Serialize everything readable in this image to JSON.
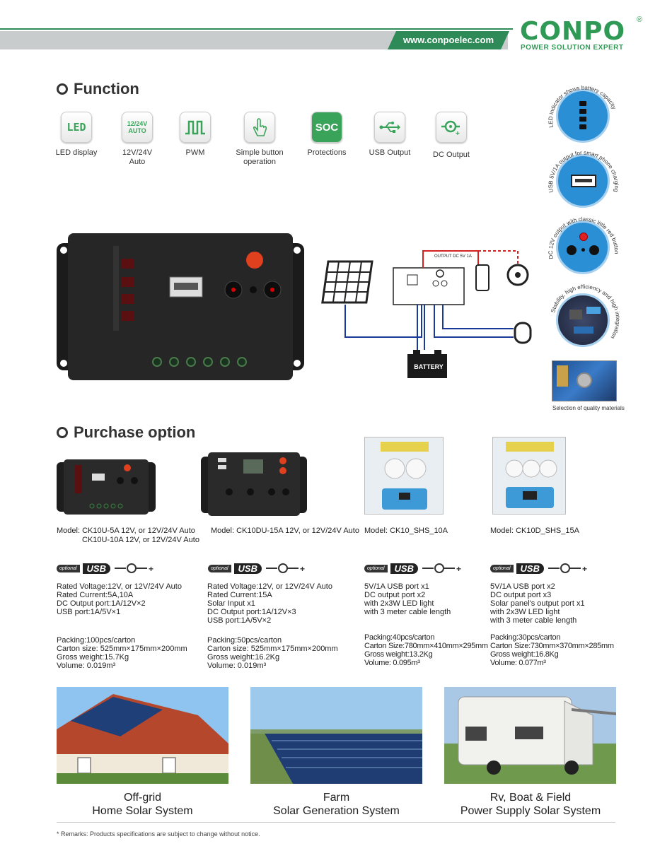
{
  "header": {
    "url": "www.conpoelec.com",
    "logo": "CONPO",
    "logo_reg": "®",
    "tagline": "POWER SOLUTION EXPERT"
  },
  "function": {
    "title": "Function",
    "items": [
      {
        "icon": "LED",
        "label": "LED display"
      },
      {
        "icon": "12/24V AUTO",
        "label": "12V/24V\nAuto"
      },
      {
        "icon": "pwm-icon",
        "label": "PWM"
      },
      {
        "icon": "button-icon",
        "label": "Simple button\noperation"
      },
      {
        "icon": "SOC",
        "label": "Protections"
      },
      {
        "icon": "usb-icon",
        "label": "USB Output"
      },
      {
        "icon": "dc-icon",
        "label": "DC Output"
      }
    ]
  },
  "features": [
    {
      "text": "LED indicator shows battery capacity"
    },
    {
      "text": "USB 5V/1A output for smart phone charging"
    },
    {
      "text": "DC 12V output with classic little red button"
    },
    {
      "text": "Stability, high efficiency and high integration"
    },
    {
      "text": "Selection of quality materials"
    }
  ],
  "diagram": {
    "output_label": "OUTPUT DC 5V 1A",
    "battery_label": "BATTERY"
  },
  "purchase": {
    "title": "Purchase option",
    "products": [
      {
        "model1": "Model: CK10U-5A    12V, or 12V/24V Auto",
        "model2": "CK10U-10A  12V, or 12V/24V Auto",
        "specs": [
          "Rated Voltage:12V, or 12V/24V Auto",
          "Rated Current:5A,10A",
          "DC Output port:1A/12V×2",
          "USB port:1A/5V×1"
        ],
        "packing": [
          "Packing:100pcs/carton",
          "Carton size: 525mm×175mm×200mm",
          "Gross weight:15.7Kg",
          "Volume: 0.019m³"
        ]
      },
      {
        "model1": "Model: CK10DU-15A  12V, or 12V/24V Auto",
        "model2": "",
        "specs": [
          "Rated Voltage:12V, or 12V/24V Auto",
          "Rated Current:15A",
          "Solar Input x1",
          "DC Output port:1A/12V×3",
          "USB port:1A/5V×2"
        ],
        "packing": [
          "Packing:50pcs/carton",
          "Carton size: 525mm×175mm×200mm",
          "Gross weight:16.2Kg",
          "Volume: 0.019m³"
        ]
      },
      {
        "model1": "Model: CK10_SHS_10A",
        "model2": "",
        "specs": [
          "5V/1A USB port x1",
          "DC output port x2",
          "with 2x3W LED light",
          "with 3 meter cable length"
        ],
        "packing": [
          "Packing:40pcs/carton",
          "Carton Size:780mm×410mm×295mm",
          "Gross weight:13.2Kg",
          "Volume: 0.095m³"
        ]
      },
      {
        "model1": "Model: CK10D_SHS_15A",
        "model2": "",
        "specs": [
          "5V/1A USB port x2",
          "DC output port x3",
          "Solar panel's output port x1",
          "with 2x3W LED light",
          "with 3 meter cable length"
        ],
        "packing": [
          "Packing:30pcs/carton",
          "Carton Size:730mm×370mm×285mm",
          "Gross weight:16.8Kg",
          "Volume: 0.077m³"
        ]
      }
    ],
    "optional_label": "optional",
    "usb_label": "USB"
  },
  "applications": [
    {
      "line1": "Off-grid",
      "line2": "Home Solar System"
    },
    {
      "line1": "Farm",
      "line2": "Solar Generation System"
    },
    {
      "line1": "Rv, Boat & Field",
      "line2": "Power Supply  Solar System"
    }
  ],
  "remark": "*  Remarks: Products specifications are subject to change without notice.",
  "colors": {
    "brand_green": "#2f9a55",
    "feature_blue": "#2b8fd6"
  }
}
